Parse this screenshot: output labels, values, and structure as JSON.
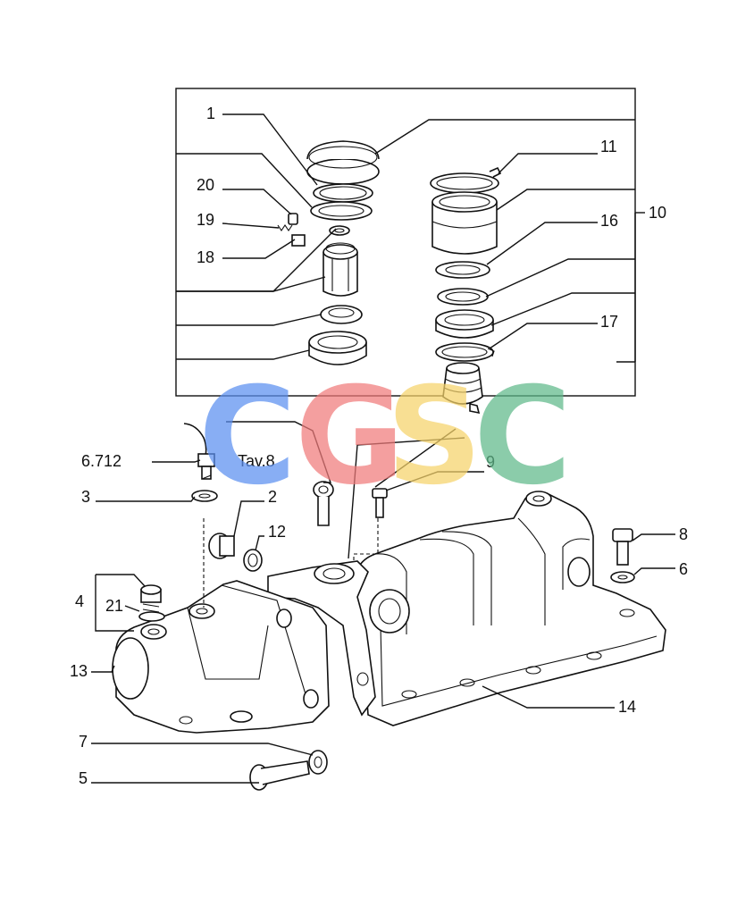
{
  "watermark": {
    "letters": [
      "C",
      "G",
      "S",
      "C"
    ],
    "colors": [
      "#5b8ff0",
      "#f07b7b",
      "#f6d36a",
      "#5fb98a"
    ]
  },
  "callouts": {
    "c1": "1",
    "c20": "20",
    "c19": "19",
    "c18": "18",
    "c11": "11",
    "c10": "10",
    "c16": "16",
    "c17": "17",
    "c6712": "6.712",
    "tav8": "Tav.8",
    "c9": "9",
    "c3": "3",
    "c2": "2",
    "c12": "12",
    "c8": "8",
    "c6": "6",
    "c4": "4",
    "c21": "21",
    "c13": "13",
    "c14": "14",
    "c7": "7",
    "c5": "5"
  }
}
